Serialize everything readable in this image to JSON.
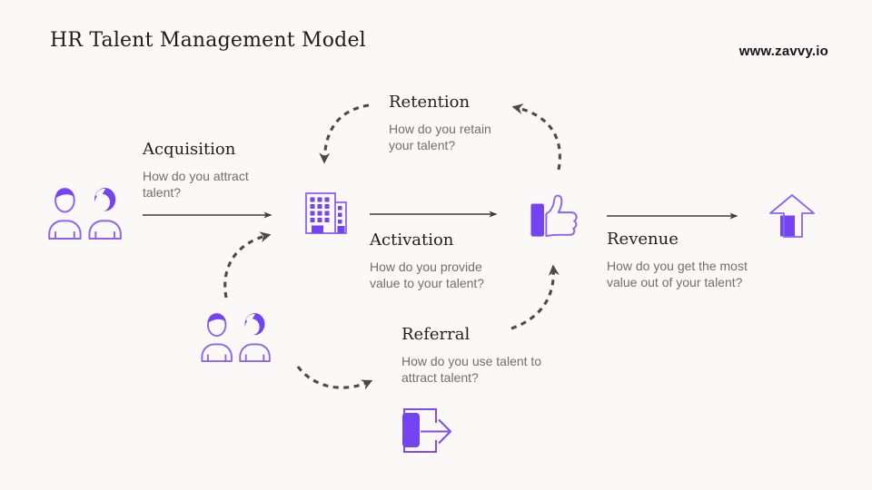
{
  "page": {
    "title": "HR Talent Management Model",
    "website": "www.zavvy.io"
  },
  "colors": {
    "background": "#FAF9F7",
    "purple_fill": "#7444F2",
    "purple_outline": "#8A63F7",
    "heading_text": "#211E21",
    "body_text": "#6F6F6F",
    "solid_arrow": "#3E3E3E",
    "dashed_arrow": "#4A4A4A"
  },
  "stages": {
    "acquisition": {
      "label": "Acquisition",
      "description": "How do you attract talent?"
    },
    "activation": {
      "label": "Activation",
      "description": "How do you provide value to your talent?"
    },
    "revenue": {
      "label": "Revenue",
      "description": "How do you get the most value out of your talent?"
    },
    "retention": {
      "label": "Retention",
      "description": "How do you retain your talent?"
    },
    "referral": {
      "label": "Referral",
      "description": "How do you use talent to attract talent?"
    }
  },
  "icons": {
    "acquisition": "people-pair-icon",
    "activation": "office-building-icon",
    "value": "thumbs-up-icon",
    "revenue": "growth-arrow-icon",
    "referral": "exit-door-arrow-icon"
  }
}
